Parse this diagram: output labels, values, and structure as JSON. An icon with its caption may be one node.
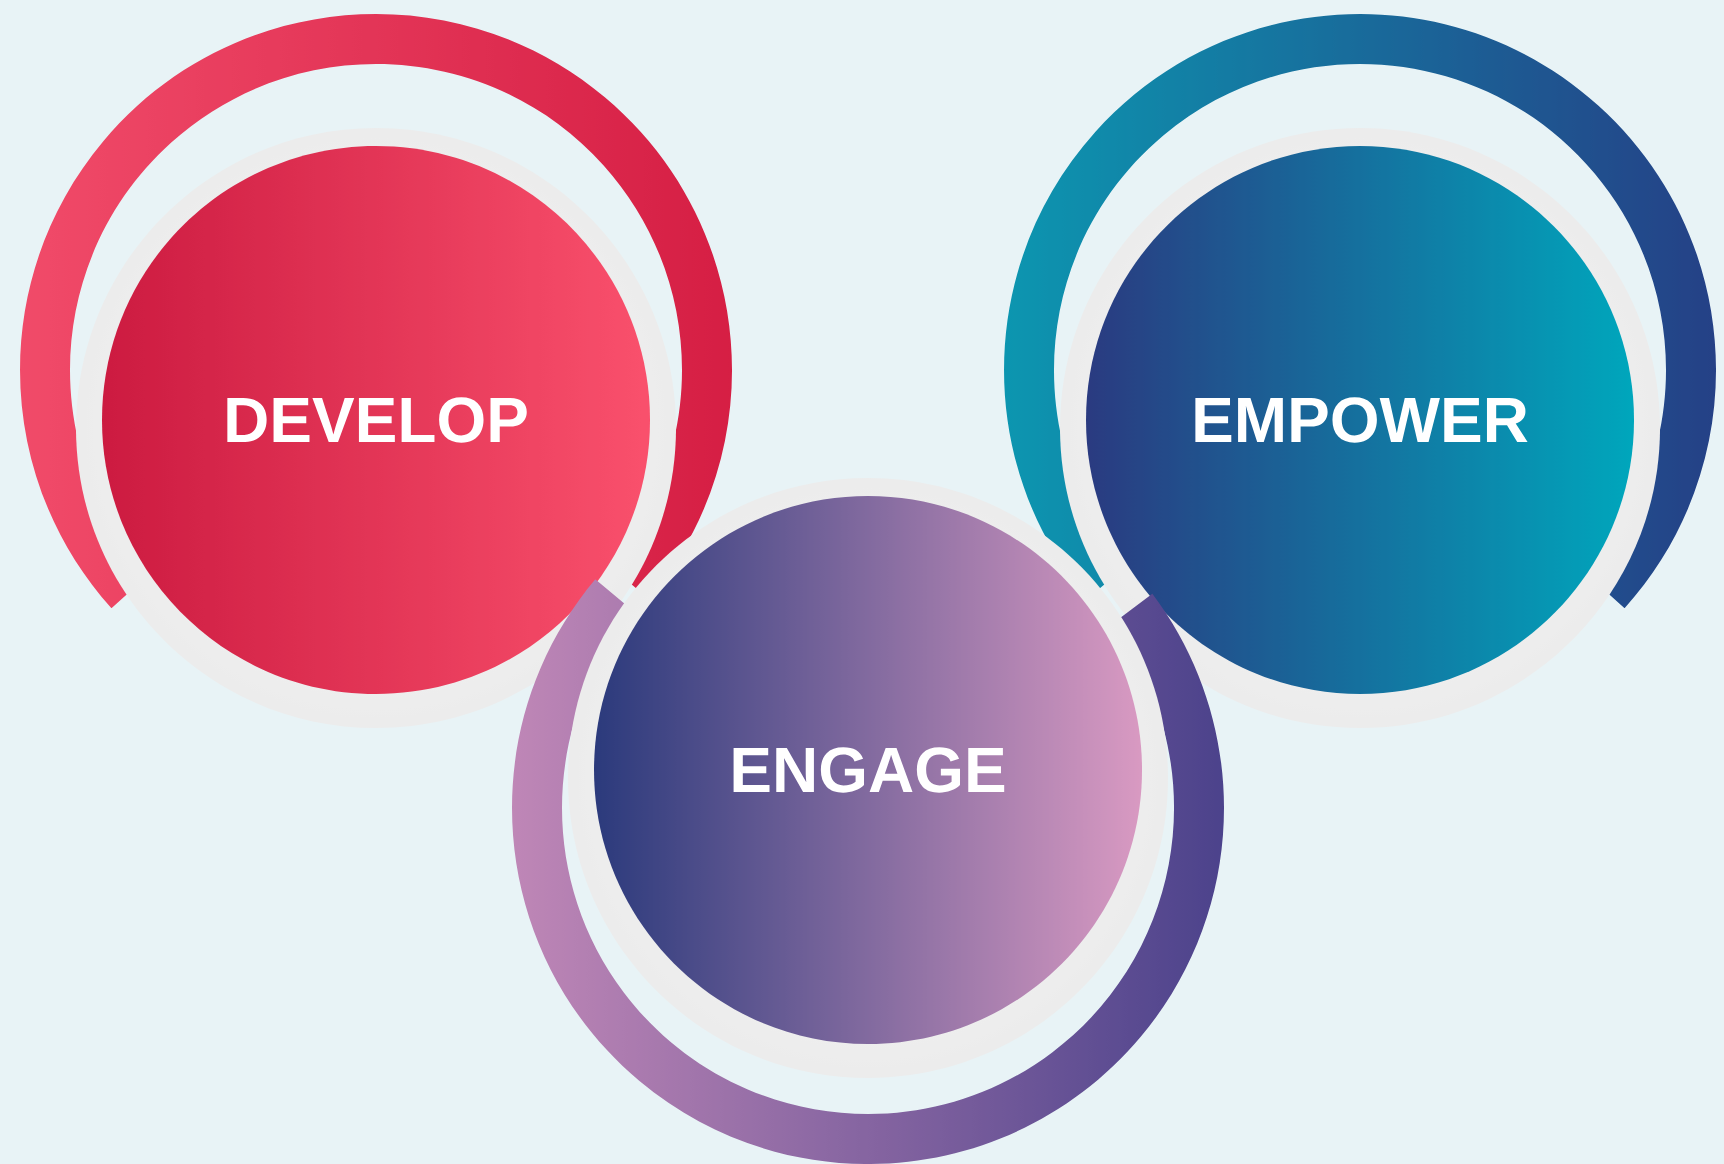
{
  "diagram": {
    "nodes": [
      {
        "text": [
          "DEVELOP"
        ]
      },
      {
        "text": [
          "EMPOWER"
        ]
      },
      {
        "text": [
          "ENGAGE"
        ]
      }
    ]
  }
}
